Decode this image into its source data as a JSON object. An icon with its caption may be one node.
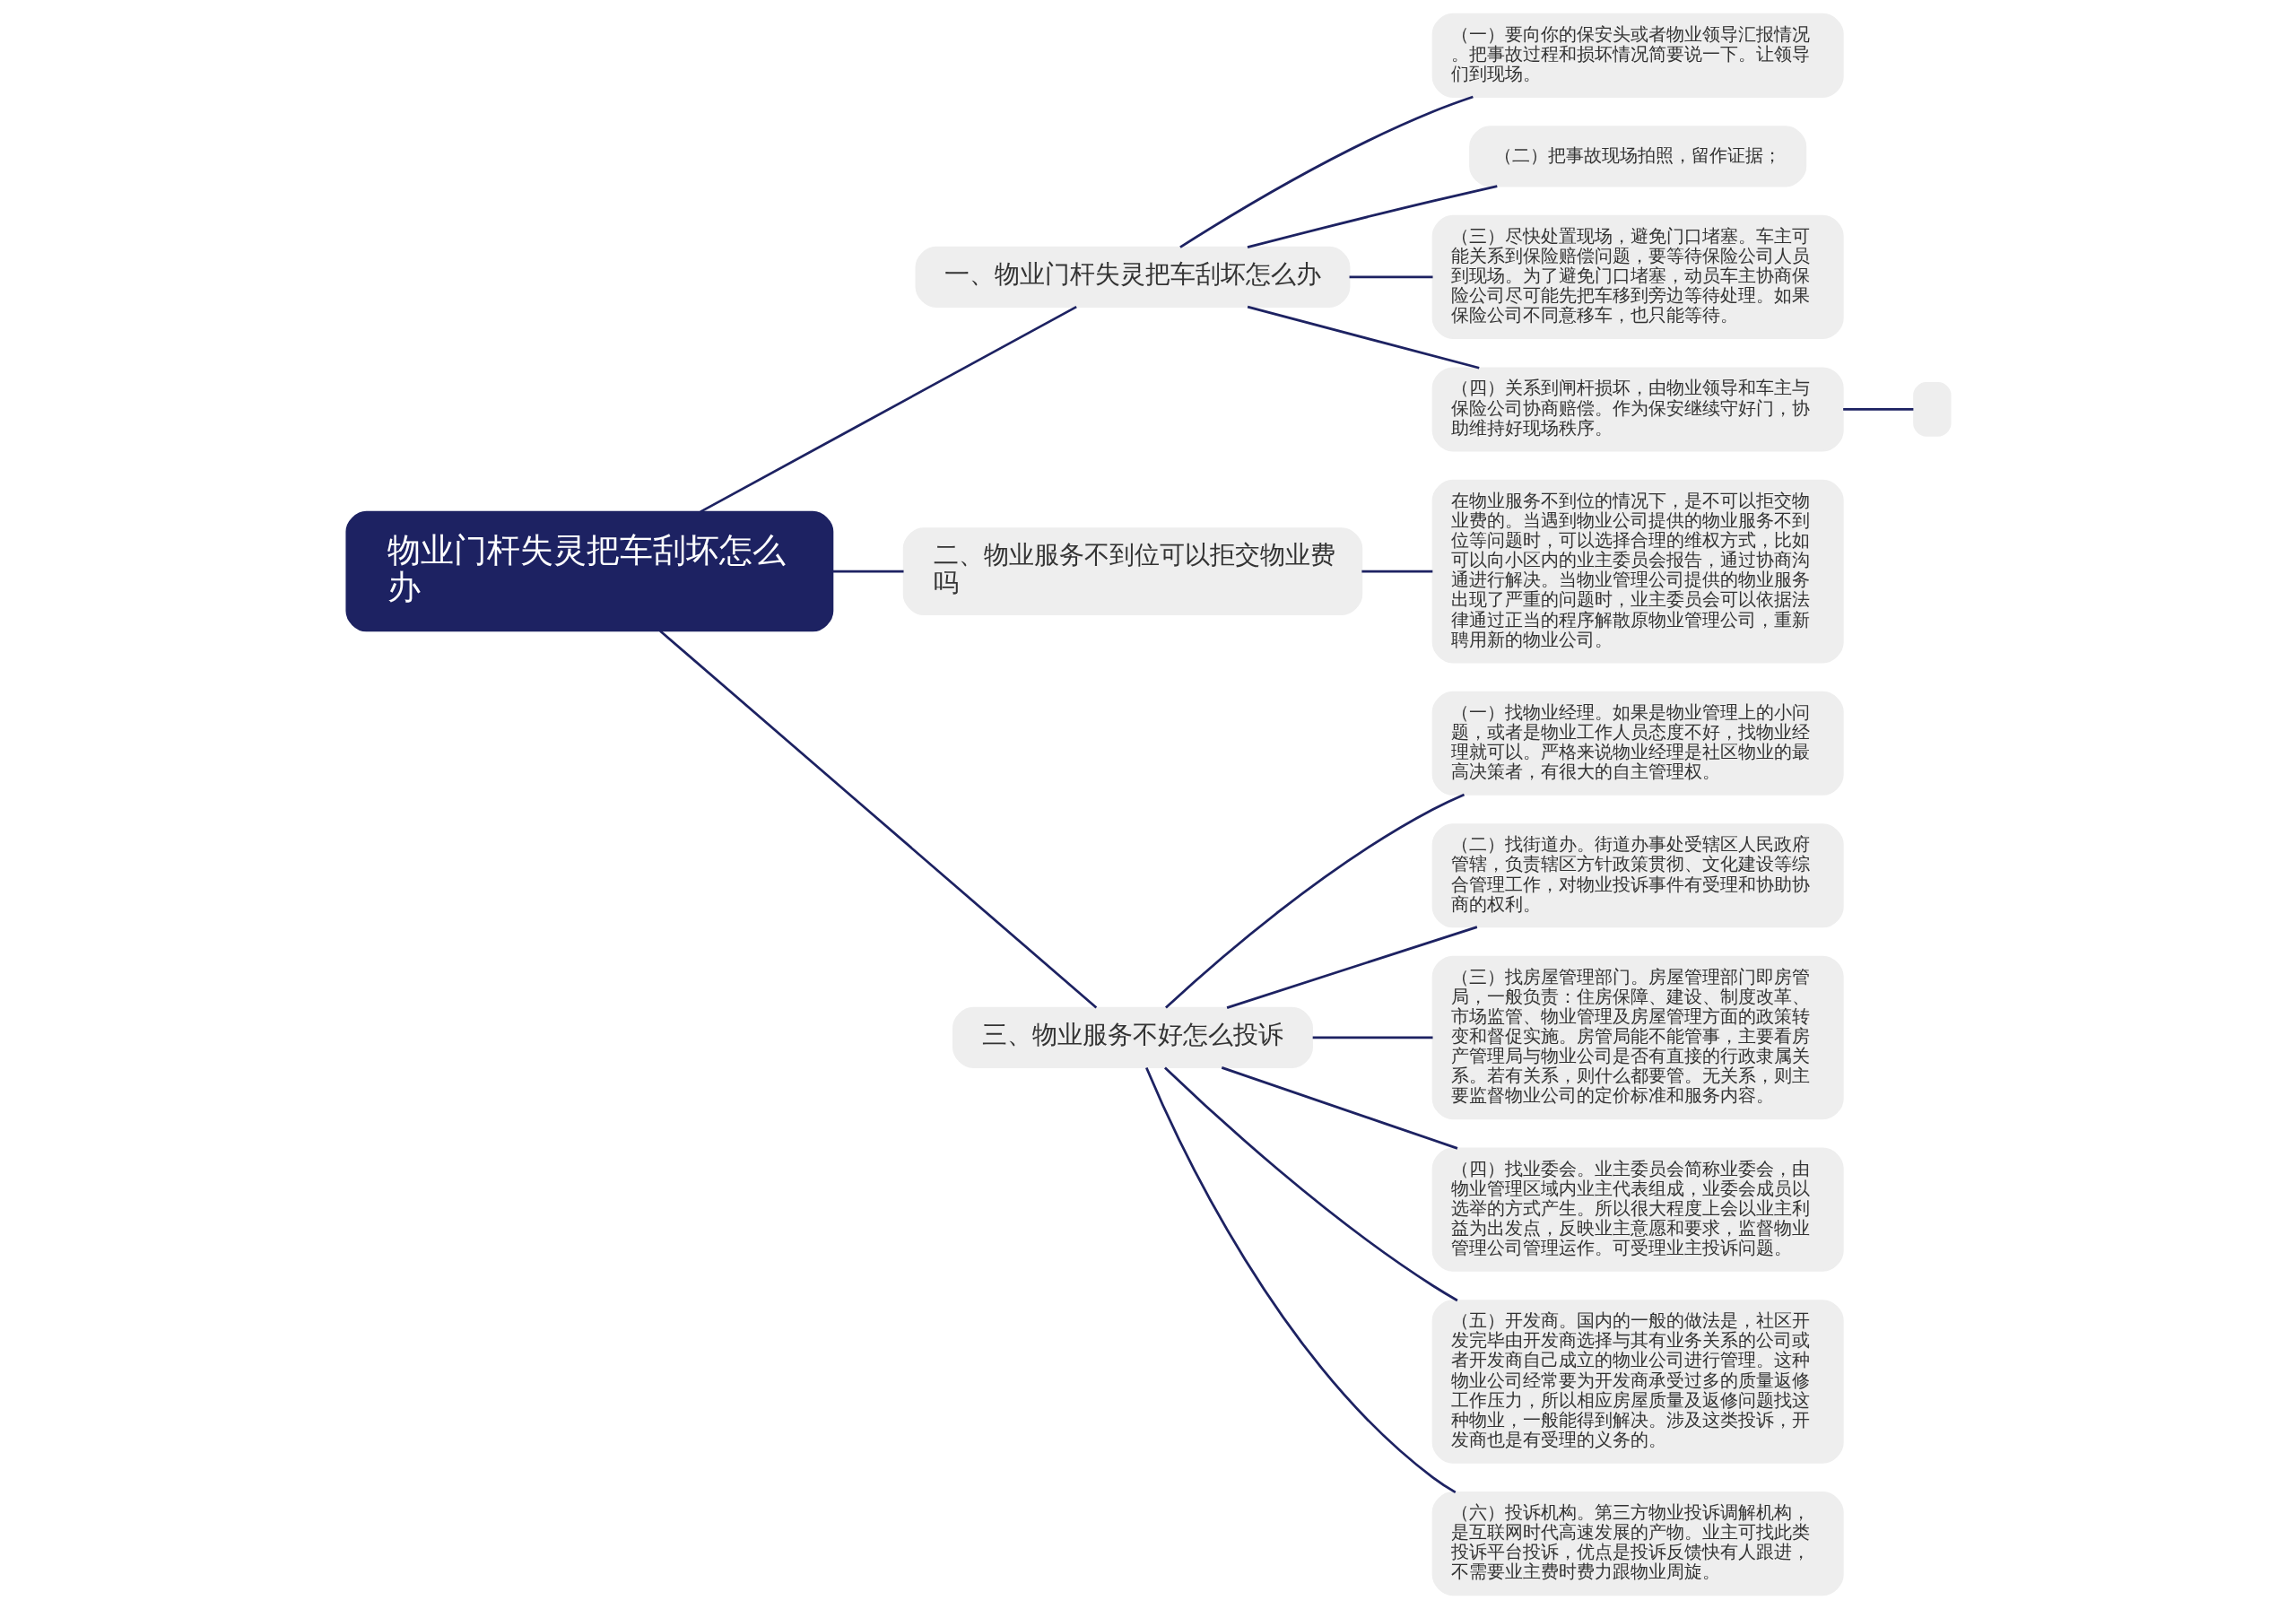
{
  "diagram": {
    "nodes": [
      {
        "text": [
          "物业门杆失灵把车刮坏怎么办"
        ]
      },
      {
        "text": [
          "一、物业门杆失灵把车刮坏怎么办"
        ]
      },
      {
        "text": [
          "（一）要向你的保安头或者物业领导汇报情况。把事故过程和损坏情况简要说一下。让领导们到现场。"
        ]
      },
      {
        "text": [
          "（二）把事故现场拍照，留作证据；"
        ]
      },
      {
        "text": [
          "（三）尽快处置现场，避免门口堵塞。车主可能关系到保险赔偿问题，要等待保险公司人员到现场。为了避免门口堵塞，动员车主协商保险公司尽可能先把车移到旁边等待处理。如果保险公司不同意移车，也只能等待。"
        ]
      },
      {
        "text": [
          "（四）关系到闸杆损坏，由物业领导和车主与保险公司协商赔偿。作为保安继续守好门，协助维持好现场秩序。"
        ]
      },
      {
        "text": [],
        "shape": "box"
      },
      {
        "text": [
          "二、物业服务不到位可以拒交物业费吗"
        ]
      },
      {
        "text": [
          "在物业服务不到位的情况下，是不可以拒交物业费的。当遇到物业公司提供的物业服务不到位等问题时，可以选择合理的维权方式，比如可以向小区内的业主委员会报告，通过协商沟通进行解决。当物业管理公司提供的物业服务出现了严重的问题时，业主委员会可以依据法律通过正当的程序解散原物业管理公司，重新聘用新的物业公司。"
        ]
      },
      {
        "text": [
          "三、物业服务不好怎么投诉"
        ]
      },
      {
        "text": [
          "（一）找物业经理。如果是物业管理上的小问题，或者是物业工作人员态度不好，找物业经理就可以。严格来说物业经理是社区物业的最高决策者，有很大的自主管理权。"
        ]
      },
      {
        "text": [
          "（二）找街道办。街道办事处受辖区人民政府管辖，负责辖区方针政策贯彻、文化建设等综合管理工作，对物业投诉事件有受理和协助协商的权利。"
        ]
      },
      {
        "text": [
          "（三）找房屋管理部门。房屋管理部门即房管局，一般负责：住房保障、建设、制度改革、市场监管、物业管理及房屋管理方面的政策转变和督促实施。房管局能不能管事，主要看房产管理局与物业公司是否有直接的行政隶属关系。若有关系，则什么都要管。无关系，则主要监督物业公司的定价标准和服务内容。"
        ]
      },
      {
        "text": [
          "（四）找业委会。业主委员会简称业委会，由物业管理区域内业主代表组成，业委会成员以选举的方式产生。所以很大程度上会以业主利益为出发点，反映业主意愿和要求，监督物业管理公司管理运作。可受理业主投诉问题。"
        ]
      },
      {
        "text": [
          "（五）开发商。国内的一般的做法是，社区开发完毕由开发商选择与其有业务关系的公司或者开发商自己成立的物业公司进行管理。这种物业公司经常要为开发商承受过多的质量返修工作压力，所以相应房屋质量及返修问题找这种物业，一般能得到解决。涉及这类投诉，开发商也是有受理的义务的。"
        ]
      },
      {
        "text": [
          "（六）投诉机构。第三方物业投诉调解机构，是互联网时代高速发展的产物。业主可找此类投诉平台投诉，优点是投诉反馈快有人跟进，不需要业主费时费力跟物业周旋。"
        ]
      }
    ],
    "edges": [
      {
        "from": 0,
        "to": 1,
        "arrow": "none"
      },
      {
        "from": 1,
        "to": 2,
        "arrow": "none"
      },
      {
        "from": 1,
        "to": 3,
        "arrow": "none"
      },
      {
        "from": 1,
        "to": 4,
        "arrow": "none"
      },
      {
        "from": 1,
        "to": 5,
        "arrow": "none"
      },
      {
        "from": 5,
        "to": 6,
        "arrow": "none"
      },
      {
        "from": 0,
        "to": 7,
        "arrow": "none"
      },
      {
        "from": 7,
        "to": 8,
        "arrow": "none"
      },
      {
        "from": 0,
        "to": 9,
        "arrow": "none"
      },
      {
        "from": 9,
        "to": 10,
        "arrow": "none"
      },
      {
        "from": 9,
        "to": 11,
        "arrow": "none"
      },
      {
        "from": 9,
        "to": 12,
        "arrow": "none"
      },
      {
        "from": 9,
        "to": 13,
        "arrow": "none"
      },
      {
        "from": 9,
        "to": 14,
        "arrow": "none"
      },
      {
        "from": 9,
        "to": 15,
        "arrow": "none"
      }
    ]
  }
}
